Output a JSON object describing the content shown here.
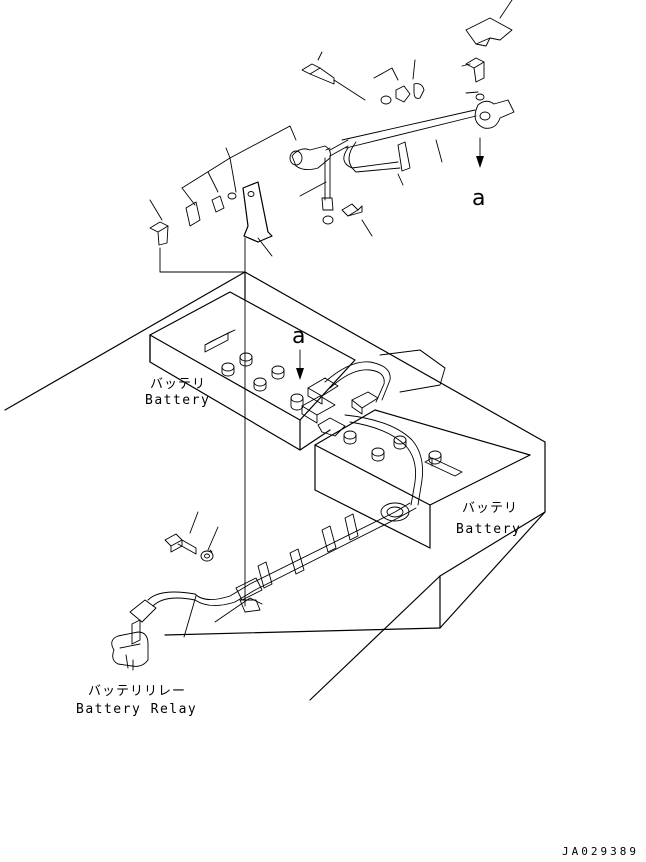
{
  "labels": {
    "battery_left_jp": "バッテリ",
    "battery_left_en": "Battery",
    "battery_right_jp": "バッテリ",
    "battery_right_en": "Battery",
    "relay_jp": "バッテリリレー",
    "relay_en": "Battery Relay",
    "view_top": "a",
    "view_mid": "a",
    "drawing_code": "JA029389"
  }
}
